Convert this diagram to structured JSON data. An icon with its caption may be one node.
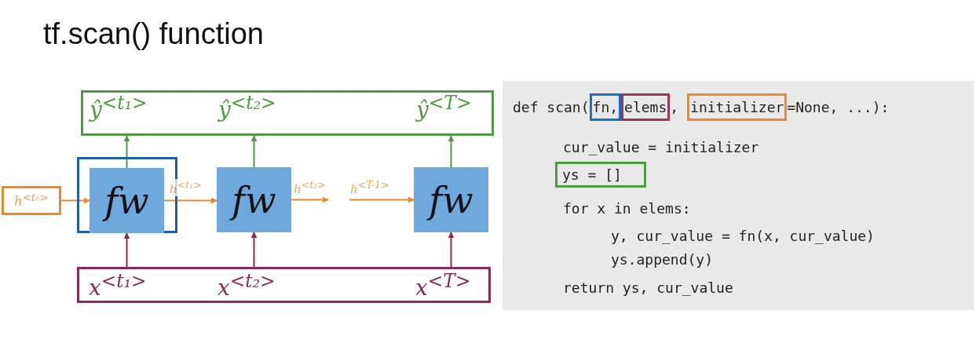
{
  "diagram": {
    "title": "tf.scan() function",
    "nodes": [
      {
        "text": [
          "ŷ$^{<t₁>}$",
          "ŷ$^{<t₂>}$",
          "ŷ$^{<T>}$"
        ]
      },
      {
        "text": [
          "h$^{<t₀>}$"
        ]
      },
      {
        "text": [],
        "shape": "box"
      },
      {
        "text": [
          "fw"
        ],
        "in": 2
      },
      {
        "text": [
          "fw"
        ]
      },
      {
        "text": [
          "fw"
        ]
      },
      {
        "text": [
          "x$^{<t₁>}$",
          "x$^{<t₂>}$",
          "x$^{<T>}$"
        ]
      },
      {
        "text": [
          "def scan(",
          ",",
          "=None, ...):",
          "cur_value = initializer",
          "for x in elems:",
          "y, cur_value = fn(x, cur_value)",
          "ys.append(y)",
          "return ys, cur_value"
        ]
      },
      {
        "text": [
          "fn,"
        ],
        "in": 7
      },
      {
        "text": [
          "elems"
        ],
        "in": 7
      },
      {
        "text": [
          "initializer"
        ],
        "in": 7
      },
      {
        "text": [
          "ys = []"
        ],
        "in": 7
      }
    ],
    "edges": [
      {
        "from": 1,
        "to": 3,
        "arrow": "to",
        "color": "#e8892a"
      },
      {
        "from": 3,
        "to": 4,
        "arrow": "to",
        "label": "h$^{<t₁>}$",
        "color": "#e8892a"
      },
      {
        "from": 4,
        "to": null,
        "arrow": "to",
        "label": "h$^{<t₂>}$",
        "color": "#e8892a"
      },
      {
        "from": null,
        "to": 5,
        "arrow": "to",
        "label": "h$^{<T-1>}$",
        "color": "#e8892a"
      },
      {
        "from": 3,
        "to": 0,
        "arrow": "to",
        "color": "#4f9a41"
      },
      {
        "from": 4,
        "to": 0,
        "arrow": "to",
        "color": "#4f9a41"
      },
      {
        "from": 5,
        "to": 0,
        "arrow": "to",
        "color": "#4f9a41"
      },
      {
        "from": 6,
        "to": 3,
        "arrow": "to",
        "color": "#8b2a5a"
      },
      {
        "from": 6,
        "to": 4,
        "arrow": "to",
        "color": "#8b2a5a"
      },
      {
        "from": 6,
        "to": 5,
        "arrow": "to",
        "color": "#8b2a5a"
      }
    ]
  }
}
